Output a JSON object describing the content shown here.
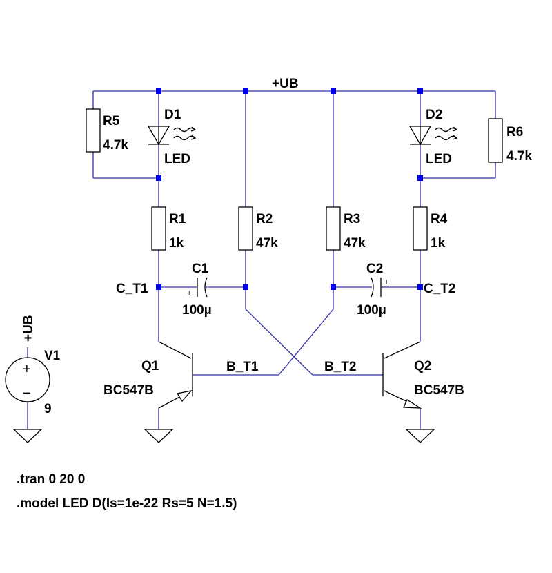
{
  "net_labels": {
    "supply": "+UB",
    "collector_t1": "C_T1",
    "collector_t2": "C_T2",
    "base_t1": "B_T1",
    "base_t2": "B_T2"
  },
  "components": {
    "R5": {
      "ref": "R5",
      "value": "4.7k"
    },
    "R6": {
      "ref": "R6",
      "value": "4.7k"
    },
    "R1": {
      "ref": "R1",
      "value": "1k"
    },
    "R2": {
      "ref": "R2",
      "value": "47k"
    },
    "R3": {
      "ref": "R3",
      "value": "47k"
    },
    "R4": {
      "ref": "R4",
      "value": "1k"
    },
    "D1": {
      "ref": "D1",
      "value": "LED"
    },
    "D2": {
      "ref": "D2",
      "value": "LED"
    },
    "C1": {
      "ref": "C1",
      "value": "100µ"
    },
    "C2": {
      "ref": "C2",
      "value": "100µ"
    },
    "Q1": {
      "ref": "Q1",
      "value": "BC547B"
    },
    "Q2": {
      "ref": "Q2",
      "value": "BC547B"
    },
    "V1": {
      "ref": "V1",
      "value": "9",
      "net": "+UB"
    }
  },
  "polarity": {
    "plus": "+",
    "minus": "−"
  },
  "directives": [
    ".tran 0 20 0",
    ".model LED D(Is=1e-22 Rs=5 N=1.5)"
  ],
  "colors": {
    "wire": "#3030a8",
    "junction": "#0000ee",
    "component": "#000000"
  }
}
